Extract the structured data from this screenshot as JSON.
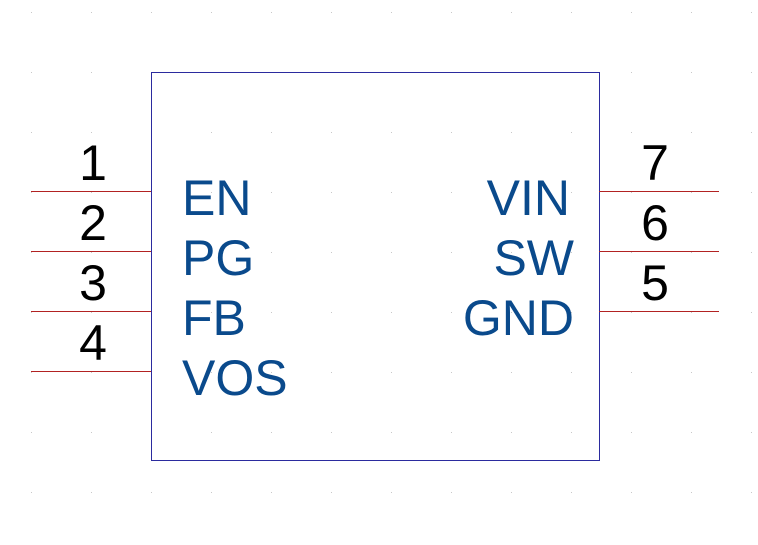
{
  "colors": {
    "background": "#ffffff",
    "body_outline": "#2b2b9e",
    "pin_line": "#b22222",
    "pin_number": "#000000",
    "pin_label": "#0a4a8c",
    "grid_dot": "#c8c8c8"
  },
  "component": {
    "left_pins": [
      {
        "number": "1",
        "label": "EN"
      },
      {
        "number": "2",
        "label": "PG"
      },
      {
        "number": "3",
        "label": "FB"
      },
      {
        "number": "4",
        "label": "VOS"
      }
    ],
    "right_pins": [
      {
        "number": "7",
        "label": "VIN"
      },
      {
        "number": "6",
        "label": "SW"
      },
      {
        "number": "5",
        "label": "GND"
      }
    ]
  }
}
